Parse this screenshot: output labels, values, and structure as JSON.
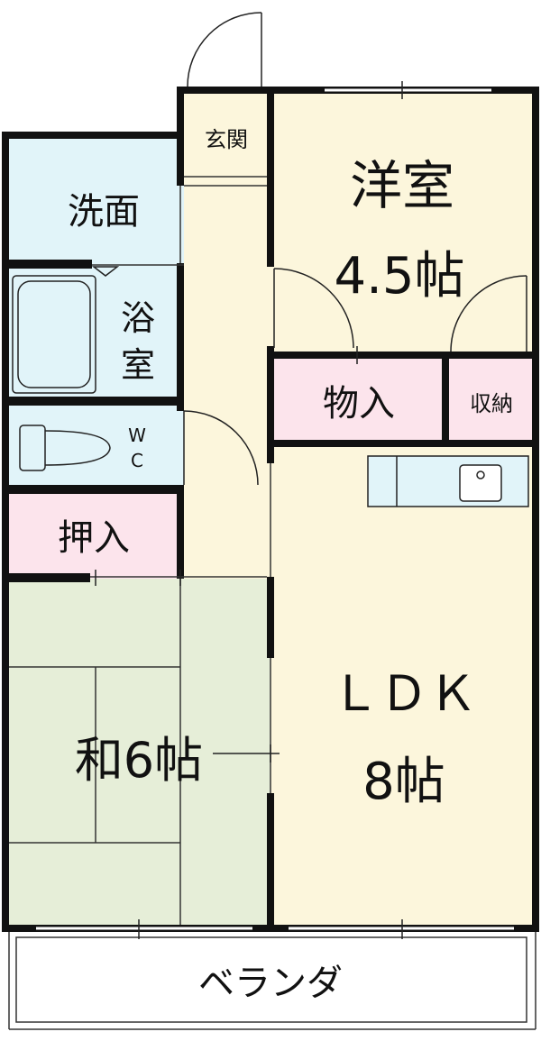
{
  "rooms": {
    "genkan": "玄関",
    "senmen": "洗面",
    "yoku_1": "浴",
    "yoku_2": "室",
    "wc_1": "W",
    "wc_2": "C",
    "oshiire": "押入",
    "youshitsu_1": "洋室",
    "youshitsu_2": "4.5帖",
    "monoire": "物入",
    "shuunou": "収納",
    "washitsu": "和6帖",
    "ldk_1": "ＬＤＫ",
    "ldk_2": "8帖",
    "veranda": "ベランダ"
  },
  "colors": {
    "wall": "#111111",
    "beige": "#fcf6dc",
    "blue": "#e1f4f9",
    "pink": "#fce4ec",
    "green": "#e6eed8",
    "white": "#ffffff"
  }
}
